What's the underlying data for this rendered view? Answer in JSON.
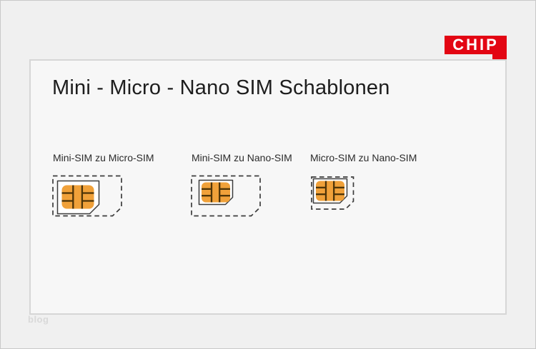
{
  "logo": {
    "text": "CHIP"
  },
  "panel": {
    "title": "Mini - Micro - Nano SIM Schablonen"
  },
  "figures": [
    {
      "label": "Mini-SIM zu Micro-SIM"
    },
    {
      "label": "Mini-SIM zu Nano-SIM"
    },
    {
      "label": "Micro-SIM zu Nano-SIM"
    }
  ],
  "watermark": "blog",
  "colors": {
    "page_bg": "#f0f0f0",
    "page_border": "#c9c9c9",
    "panel_bg": "#f7f7f7",
    "panel_border": "#d6d6d6",
    "title_text": "#1d1d1d",
    "label_text": "#2b2b2b",
    "outline": "#3c3c3c",
    "card_fill": "#ffffff",
    "chip_fill": "#f0a13a",
    "chip_lines": "#4d3408",
    "logo_red": "#e30613",
    "logo_text": "#ffffff",
    "watermark_text": "#d9d9d9"
  }
}
